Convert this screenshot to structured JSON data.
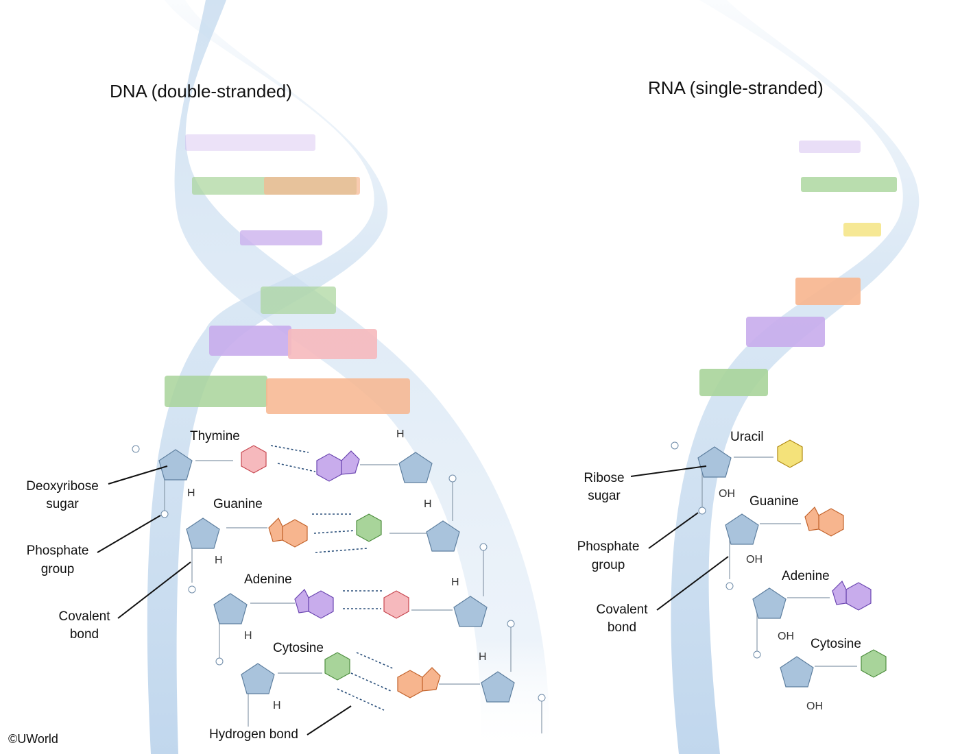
{
  "dna": {
    "title": "DNA (double-stranded)",
    "bases": [
      "Thymine",
      "Guanine",
      "Adenine",
      "Cytosine"
    ],
    "labels": {
      "sugar_line1": "Deoxyribose",
      "sugar_line2": "sugar",
      "phosphate_line1": "Phosphate",
      "phosphate_line2": "group",
      "covalent_line1": "Covalent",
      "covalent_line2": "bond",
      "hydrogen": "Hydrogen bond"
    },
    "sugar_substituent": "H"
  },
  "rna": {
    "title": "RNA (single-stranded)",
    "bases": [
      "Uracil",
      "Guanine",
      "Adenine",
      "Cytosine"
    ],
    "labels": {
      "sugar_line1": "Ribose",
      "sugar_line2": "sugar",
      "phosphate_line1": "Phosphate",
      "phosphate_line2": "group",
      "covalent_line1": "Covalent",
      "covalent_line2": "bond"
    },
    "sugar_substituent": "OH"
  },
  "copyright": "©UWorld",
  "colors": {
    "backbone": "#c3d9ee",
    "thymine": "#f6b9bd",
    "adenine": "#c8acec",
    "guanine": "#f7b58e",
    "cytosine": "#a8d49a",
    "uracil": "#f4e27a"
  }
}
